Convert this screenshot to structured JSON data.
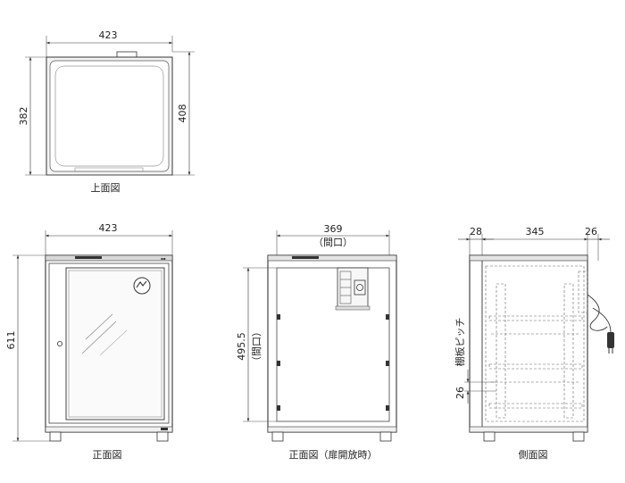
{
  "views": {
    "top": {
      "caption": "上面図",
      "width_dim": "423",
      "left_dim": "382",
      "right_dim": "408"
    },
    "front": {
      "caption": "正面図",
      "width_dim": "423",
      "height_dim": "611"
    },
    "front_open": {
      "caption": "正面図（扉開放時）",
      "width_dim": "369",
      "width_note": "（間口）",
      "height_dim": "495.5",
      "height_note": "（間口）"
    },
    "side": {
      "caption": "側面図",
      "dim_left": "28",
      "dim_middle": "345",
      "dim_right": "26",
      "shelf_pitch_label": "棚板ピッチ",
      "shelf_pitch_dim": "26"
    }
  }
}
